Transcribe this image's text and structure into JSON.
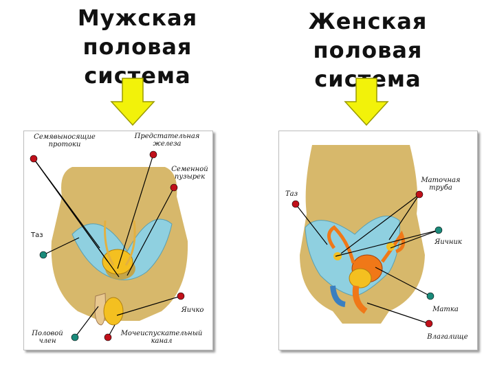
{
  "titles": {
    "male": [
      "Мужская",
      "половая",
      "система"
    ],
    "female": [
      "Женская",
      "половая",
      "система"
    ]
  },
  "male_labels": {
    "vas_deferens_1": "Семявыносящие",
    "vas_deferens_2": "протоки",
    "prostate_1": "Предстательная",
    "prostate_2": "железа",
    "seminal_vesicle_1": "Семенной",
    "seminal_vesicle_2": "пузырек",
    "pelvis": "Таз",
    "testis": "Яичко",
    "penis_1": "Половой",
    "penis_2": "член",
    "urethra_1": "Мочеиспускательный",
    "urethra_2": "канал"
  },
  "female_labels": {
    "pelvis": "Таз",
    "fallopian_tube_1": "Маточная",
    "fallopian_tube_2": "труба",
    "ovary": "Яичник",
    "uterus": "Матка",
    "vagina": "Влагалище"
  },
  "colors": {
    "arrow": "#f2f20a",
    "body": "#c9a03a",
    "pelvis_bone": "#8fd0e0",
    "organ_orange": "#f07818",
    "organ_yellow": "#f4c020",
    "pin_red": "#c0101a",
    "pin_teal": "#1a8a7a"
  }
}
